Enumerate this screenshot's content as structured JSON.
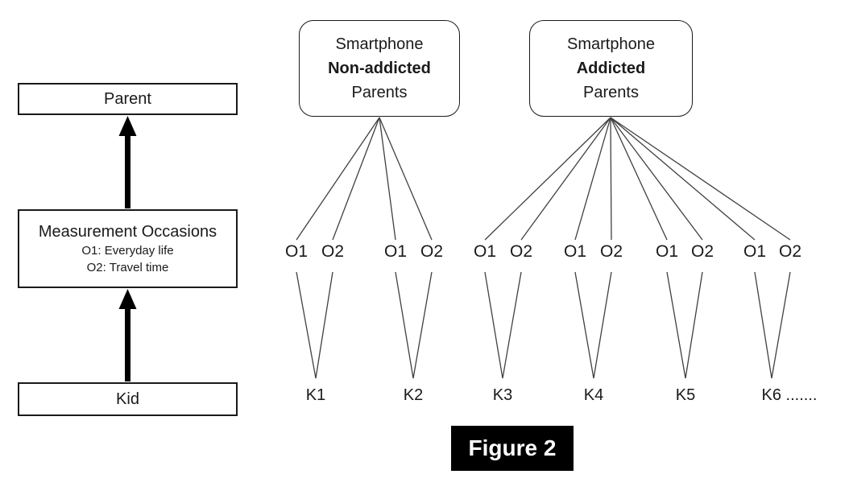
{
  "figure": {
    "label": "Figure 2"
  },
  "left_panel": {
    "parent_box_label": "Parent",
    "measurement_box": {
      "title": "Measurement Occasions",
      "occasion1": "O1: Everyday life",
      "occasion2": "O2: Travel time"
    },
    "kid_box_label": "Kid"
  },
  "groups": [
    {
      "line1": "Smartphone",
      "line2": "Non-addicted",
      "line3": "Parents"
    },
    {
      "line1": "Smartphone",
      "line2": "Addicted",
      "line3": "Parents"
    }
  ],
  "occasions": [
    {
      "o1": "O1",
      "o2": "O2"
    },
    {
      "o1": "O1",
      "o2": "O2"
    },
    {
      "o1": "O1",
      "o2": "O2"
    },
    {
      "o1": "O1",
      "o2": "O2"
    },
    {
      "o1": "O1",
      "o2": "O2"
    },
    {
      "o1": "O1",
      "o2": "O2"
    }
  ],
  "kids": [
    "K1",
    "K2",
    "K3",
    "K4",
    "K5",
    "K6 ......."
  ],
  "colors": {
    "box_border": "#1a1a1a",
    "connector_line": "#404040",
    "arrow": "#000000",
    "figure_bg": "#000000",
    "figure_fg": "#ffffff"
  }
}
